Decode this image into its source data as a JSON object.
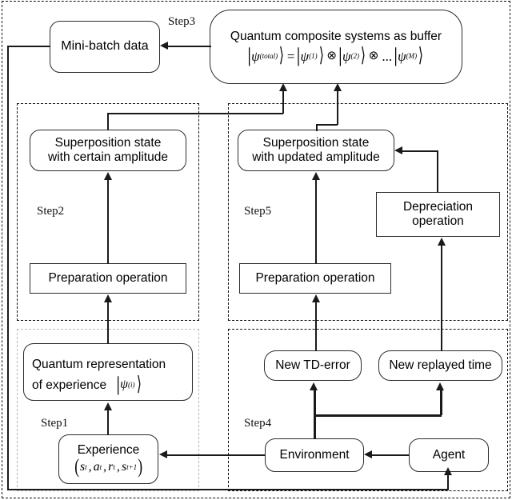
{
  "diagram": {
    "title": "Quantum reinforcement-learning experience replay flowchart",
    "outer_border_style": "dashed"
  },
  "groups": [
    {
      "id": "step2",
      "label": "Step2"
    },
    {
      "id": "step5",
      "label": "Step5"
    },
    {
      "id": "step1",
      "label": "Step1"
    },
    {
      "id": "step4",
      "label": "Step4"
    }
  ],
  "edge_labels": {
    "step3": "Step3"
  },
  "nodes": {
    "mini_batch": {
      "label": "Mini-batch data"
    },
    "buffer": {
      "title": "Quantum composite systems as buffer",
      "formula_plain": "|ψ^(total)⟩ = |ψ^(1)⟩ ⊗ |ψ^(2)⟩ ⊗ ... |ψ^(M)⟩",
      "formula_parts": {
        "psi": "ψ",
        "sup_total": "(total)",
        "equals": "=",
        "sup_1": "(1)",
        "sup_2": "(2)",
        "sup_M": "(M)",
        "tensor": "⊗",
        "ellipsis": "..."
      }
    },
    "superposition_certain": {
      "line1": "Superposition state",
      "line2": "with certain amplitude"
    },
    "superposition_updated": {
      "line1": "Superposition state",
      "line2": "with updated amplitude"
    },
    "preparation_left": {
      "label": "Preparation operation"
    },
    "preparation_right": {
      "label": "Preparation operation"
    },
    "depreciation": {
      "line1": "Depreciation",
      "line2": "operation"
    },
    "quantum_representation": {
      "line1": "Quantum  representation",
      "line2": "of experience",
      "ket_plain": "|ψ^(i)⟩",
      "psi": "ψ",
      "sup_i": "(i)"
    },
    "experience": {
      "label": "Experience",
      "tuple_plain": "( sₜ , aₜ , rₜ , sₜ₊₁ )",
      "tuple_parts": {
        "open": "(",
        "s": "s",
        "a": "a",
        "r": "r",
        "sub_t": "t",
        "sub_t1": "t+1",
        "comma": ",",
        "close": ")"
      }
    },
    "td_error": {
      "label": "New TD-error"
    },
    "replayed_time": {
      "label": "New replayed time"
    },
    "environment": {
      "label": "Environment"
    },
    "agent": {
      "label": "Agent"
    }
  },
  "colors": {
    "stroke": "#1a1a1a",
    "node_border": "#2b2b2b",
    "dash_dark": "#111111",
    "dash_light": "#b9b9b9",
    "background": "#ffffff"
  }
}
